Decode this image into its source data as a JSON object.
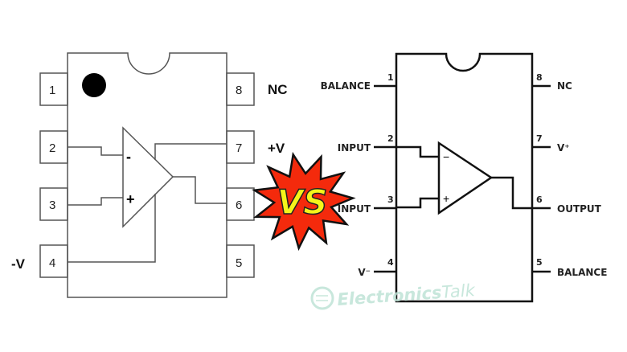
{
  "left_chip": {
    "pins": [
      "1",
      "2",
      "3",
      "4",
      "5",
      "6",
      "7",
      "8"
    ],
    "labels": {
      "pin8": "NC",
      "pin7": "+V",
      "pin4": "-V"
    },
    "op_signs": {
      "minus": "-",
      "plus": "+"
    }
  },
  "right_chip": {
    "pins": [
      "1",
      "2",
      "3",
      "4",
      "5",
      "6",
      "7",
      "8"
    ],
    "labels": {
      "pin1": "BALANCE",
      "pin2": "INPUT",
      "pin3": "INPUT",
      "pin4": "V⁻",
      "pin5": "BALANCE",
      "pin6": "OUTPUT",
      "pin7": "V⁺",
      "pin8": "NC"
    },
    "op_signs": {
      "minus": "−",
      "plus": "+"
    }
  },
  "badge": {
    "text": "VS",
    "fill": "#f42a0c",
    "text_color": "#f5f51a"
  },
  "watermark": {
    "text_a": "Electronics",
    "text_b": "Talk",
    "color": "#bfe3d6"
  }
}
